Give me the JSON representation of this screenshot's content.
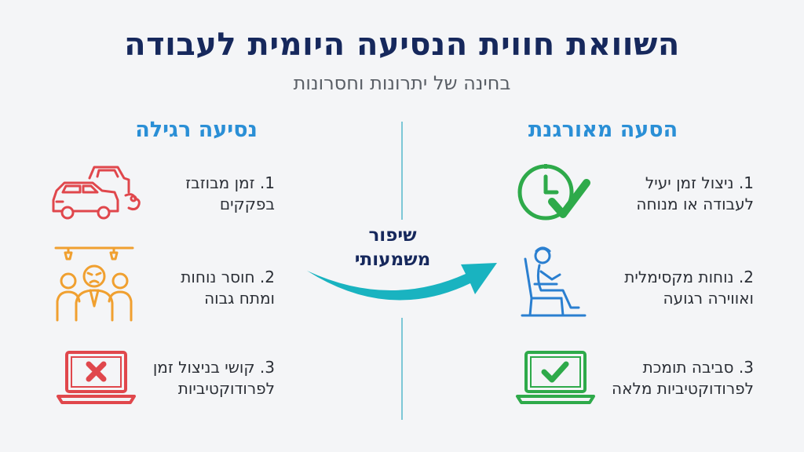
{
  "header": {
    "title": "השוואת חווית הנסיעה היומית לעבודה",
    "subtitle": "בחינה של יתרונות וחסרונות"
  },
  "colors": {
    "title": "#16285c",
    "heading": "#2a8fd6",
    "negative_red": "#e0474c",
    "negative_orange": "#f0a030",
    "positive_green": "#2eaa4a",
    "positive_blue": "#2a7fd0",
    "arrow_teal": "#19b3c0",
    "divider": "#7cc7d6"
  },
  "right_column": {
    "heading": "הסעה מאורגנת",
    "items": [
      {
        "number_line1": "1. ניצול זמן יעיל",
        "line2": "לעבודה או מנוחה",
        "icon": "clock-check-icon"
      },
      {
        "number_line1": "2. נוחות מקסימלית",
        "line2": "ואווירה רגועה",
        "icon": "relaxed-passenger-seat-icon"
      },
      {
        "number_line1": "3. סביבה תומכת",
        "line2": "לפרודוקטיביות מלאה",
        "icon": "laptop-check-icon"
      }
    ]
  },
  "left_column": {
    "heading": "נסיעה רגילה",
    "items": [
      {
        "number_line1": "1. זמן מבוזבז",
        "line2": "בפקקים",
        "icon": "traffic-cars-icon"
      },
      {
        "number_line1": "2. חוסר נוחות",
        "line2": "ומתח גבוה",
        "icon": "crowded-commuters-icon"
      },
      {
        "number_line1": "3. קושי בניצול זמן",
        "line2": "לפרודוקטיביות",
        "icon": "laptop-x-icon"
      }
    ]
  },
  "center": {
    "line1": "שיפור",
    "line2": "משמעותי"
  }
}
